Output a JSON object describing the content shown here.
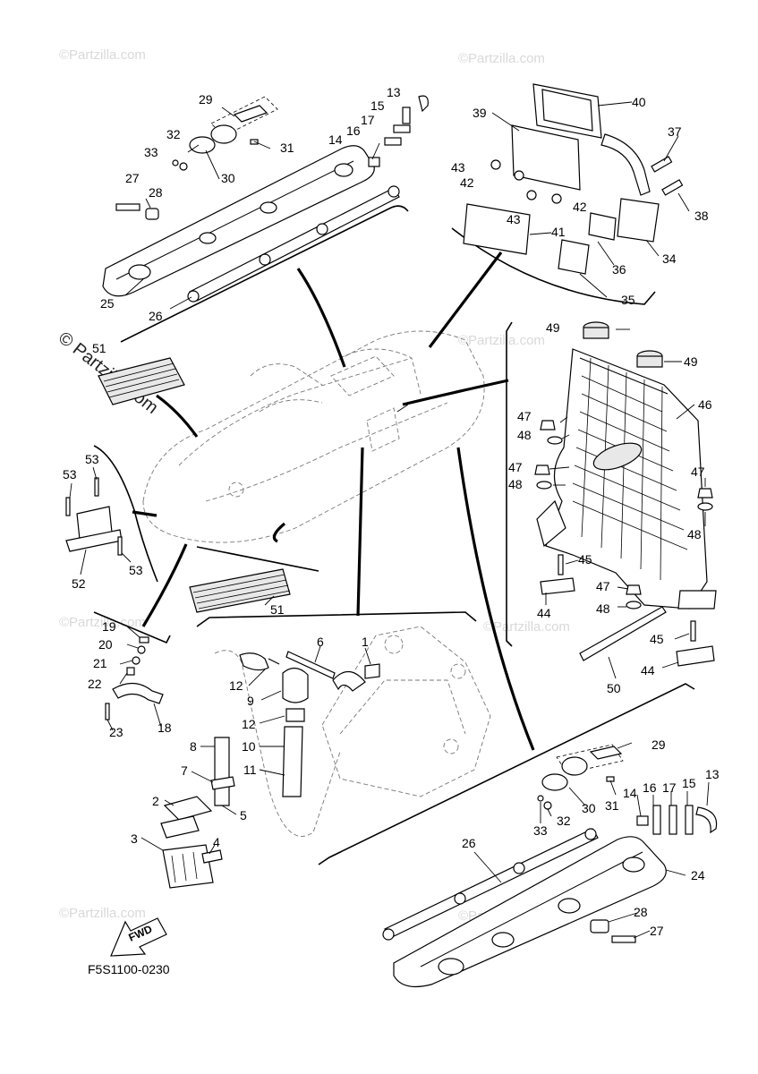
{
  "diagram": {
    "code": "F5S1100-0230",
    "fwd_label": "FWD",
    "watermark": "©Partzilla.com",
    "watermark_big": "© Partzilla.com"
  },
  "callouts": [
    {
      "id": "c29a",
      "text": "29"
    },
    {
      "id": "c13a",
      "text": "13"
    },
    {
      "id": "c15a",
      "text": "15"
    },
    {
      "id": "c17a",
      "text": "17"
    },
    {
      "id": "c16a",
      "text": "16"
    },
    {
      "id": "c14a",
      "text": "14"
    },
    {
      "id": "c32a",
      "text": "32"
    },
    {
      "id": "c33a",
      "text": "33"
    },
    {
      "id": "c31a",
      "text": "31"
    },
    {
      "id": "c30a",
      "text": "30"
    },
    {
      "id": "c27a",
      "text": "27"
    },
    {
      "id": "c28a",
      "text": "28"
    },
    {
      "id": "c25",
      "text": "25"
    },
    {
      "id": "c26a",
      "text": "26"
    },
    {
      "id": "c40",
      "text": "40"
    },
    {
      "id": "c39",
      "text": "39"
    },
    {
      "id": "c37",
      "text": "37"
    },
    {
      "id": "c43a",
      "text": "43"
    },
    {
      "id": "c42a",
      "text": "42"
    },
    {
      "id": "c43b",
      "text": "43"
    },
    {
      "id": "c42b",
      "text": "42"
    },
    {
      "id": "c38",
      "text": "38"
    },
    {
      "id": "c41",
      "text": "41"
    },
    {
      "id": "c34",
      "text": "34"
    },
    {
      "id": "c36",
      "text": "36"
    },
    {
      "id": "c35",
      "text": "35"
    },
    {
      "id": "c51a",
      "text": "51"
    },
    {
      "id": "c49a",
      "text": "49"
    },
    {
      "id": "c49b",
      "text": "49"
    },
    {
      "id": "c46",
      "text": "46"
    },
    {
      "id": "c47a",
      "text": "47"
    },
    {
      "id": "c48a",
      "text": "48"
    },
    {
      "id": "c47b",
      "text": "47"
    },
    {
      "id": "c48b",
      "text": "48"
    },
    {
      "id": "c47c",
      "text": "47"
    },
    {
      "id": "c48c",
      "text": "48"
    },
    {
      "id": "c45a",
      "text": "45"
    },
    {
      "id": "c44a",
      "text": "44"
    },
    {
      "id": "c47d",
      "text": "47"
    },
    {
      "id": "c48d",
      "text": "48"
    },
    {
      "id": "c45b",
      "text": "45"
    },
    {
      "id": "c44b",
      "text": "44"
    },
    {
      "id": "c50",
      "text": "50"
    },
    {
      "id": "c53a",
      "text": "53"
    },
    {
      "id": "c53b",
      "text": "53"
    },
    {
      "id": "c53c",
      "text": "53"
    },
    {
      "id": "c52",
      "text": "52"
    },
    {
      "id": "c51b",
      "text": "51"
    },
    {
      "id": "c19",
      "text": "19"
    },
    {
      "id": "c20",
      "text": "20"
    },
    {
      "id": "c21",
      "text": "21"
    },
    {
      "id": "c22",
      "text": "22"
    },
    {
      "id": "c23",
      "text": "23"
    },
    {
      "id": "c18",
      "text": "18"
    },
    {
      "id": "c6",
      "text": "6"
    },
    {
      "id": "c1",
      "text": "1"
    },
    {
      "id": "c12a",
      "text": "12"
    },
    {
      "id": "c9",
      "text": "9"
    },
    {
      "id": "c12b",
      "text": "12"
    },
    {
      "id": "c10",
      "text": "10"
    },
    {
      "id": "c11",
      "text": "11"
    },
    {
      "id": "c8",
      "text": "8"
    },
    {
      "id": "c7",
      "text": "7"
    },
    {
      "id": "c2",
      "text": "2"
    },
    {
      "id": "c5",
      "text": "5"
    },
    {
      "id": "c3",
      "text": "3"
    },
    {
      "id": "c4",
      "text": "4"
    },
    {
      "id": "c29b",
      "text": "29"
    },
    {
      "id": "c13b",
      "text": "13"
    },
    {
      "id": "c15b",
      "text": "15"
    },
    {
      "id": "c17b",
      "text": "17"
    },
    {
      "id": "c16b",
      "text": "16"
    },
    {
      "id": "c14b",
      "text": "14"
    },
    {
      "id": "c30b",
      "text": "30"
    },
    {
      "id": "c31b",
      "text": "31"
    },
    {
      "id": "c32b",
      "text": "32"
    },
    {
      "id": "c33b",
      "text": "33"
    },
    {
      "id": "c26b",
      "text": "26"
    },
    {
      "id": "c24",
      "text": "24"
    },
    {
      "id": "c28b",
      "text": "28"
    },
    {
      "id": "c27b",
      "text": "27"
    }
  ]
}
